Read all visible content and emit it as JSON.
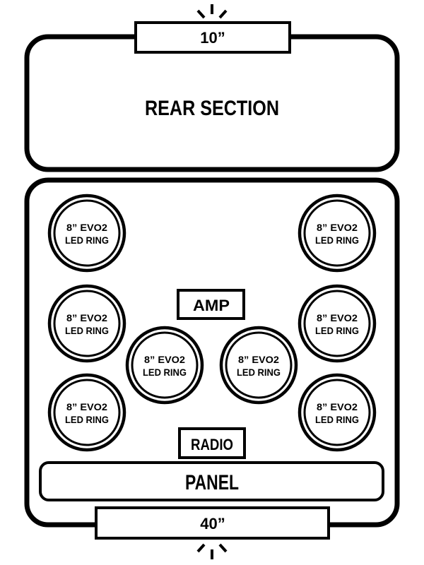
{
  "diagram": {
    "rear_section": {
      "label": "REAR SECTION",
      "width_label": "10”"
    },
    "main_section": {
      "amp_label": "AMP",
      "radio_label": "RADIO",
      "panel_label": "PANEL",
      "width_label": "40”",
      "rings": [
        {
          "line1": "8” EVO2",
          "line2": "LED RING"
        },
        {
          "line1": "8” EVO2",
          "line2": "LED RING"
        },
        {
          "line1": "8” EVO2",
          "line2": "LED RING"
        },
        {
          "line1": "8” EVO2",
          "line2": "LED RING"
        },
        {
          "line1": "8” EVO2",
          "line2": "LED RING"
        },
        {
          "line1": "8” EVO2",
          "line2": "LED RING"
        },
        {
          "line1": "8” EVO2",
          "line2": "LED RING"
        },
        {
          "line1": "8” EVO2",
          "line2": "LED RING"
        }
      ]
    },
    "colors": {
      "stroke": "#000000",
      "background": "#ffffff"
    }
  }
}
